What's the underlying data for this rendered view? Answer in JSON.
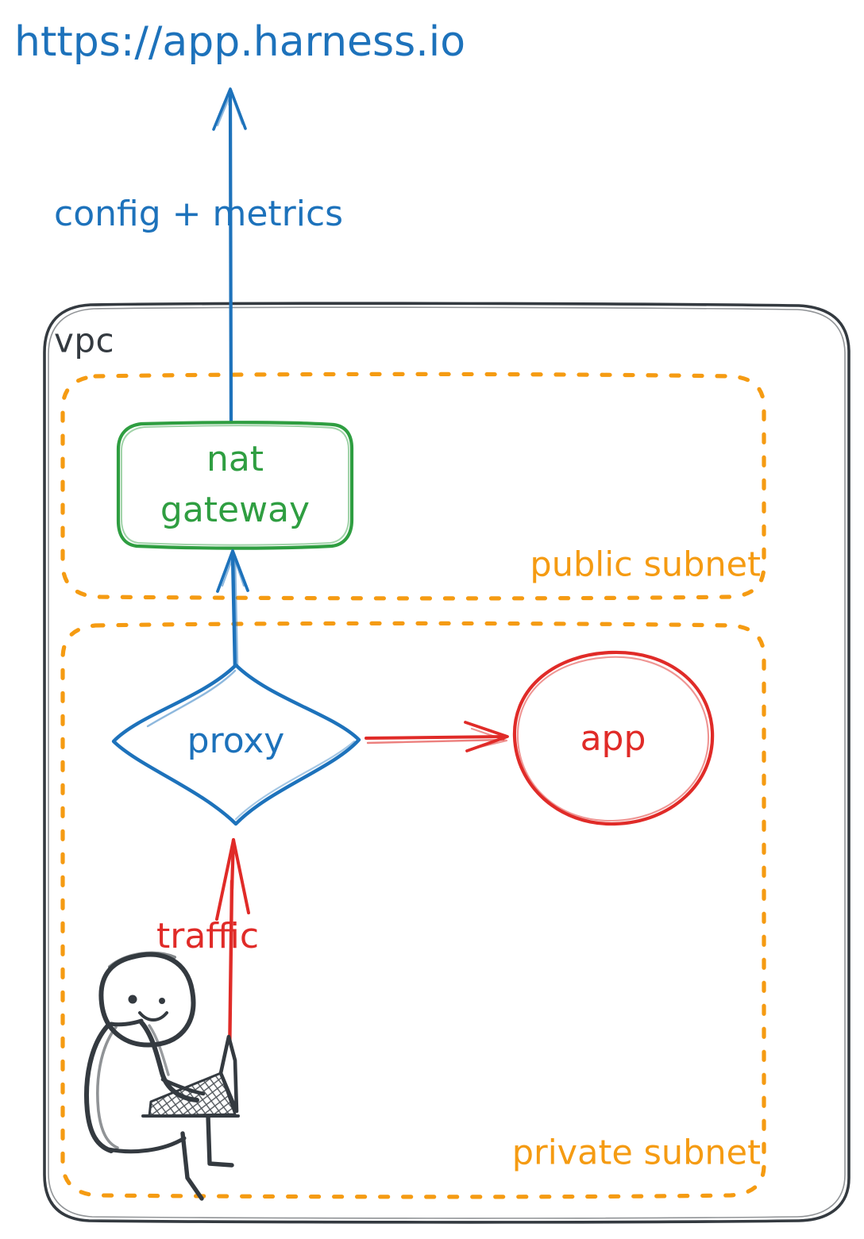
{
  "diagram": {
    "type": "hand-drawn-architecture-diagram",
    "title_text": "https://app.harness.io",
    "colors": {
      "blue": "#1d72bb",
      "green": "#2f9e41",
      "red": "#e02b28",
      "orange": "#f59b12",
      "black": "#343a40",
      "background": "#ffffff"
    },
    "external_endpoint": {
      "label": "https://app.harness.io"
    },
    "edges": [
      {
        "name": "nat-to-harness",
        "label": "config + metrics",
        "color": "#1d72bb",
        "from": "nat gateway",
        "to": "https://app.harness.io",
        "direction": "up"
      },
      {
        "name": "proxy-to-nat",
        "label": "",
        "color": "#1d72bb",
        "from": "proxy",
        "to": "nat gateway",
        "direction": "up"
      },
      {
        "name": "user-to-proxy",
        "label": "traffic",
        "color": "#e02b28",
        "from": "user",
        "to": "proxy",
        "direction": "up"
      },
      {
        "name": "proxy-to-app",
        "label": "",
        "color": "#e02b28",
        "from": "proxy",
        "to": "app",
        "direction": "right"
      }
    ],
    "containers": [
      {
        "name": "vpc",
        "label": "vpc",
        "style": "solid-rounded",
        "color": "#343a40"
      },
      {
        "name": "public-subnet",
        "label": "public subnet",
        "style": "dotted-rounded",
        "color": "#f59b12"
      },
      {
        "name": "private-subnet",
        "label": "private subnet",
        "style": "dotted-rounded",
        "color": "#f59b12"
      }
    ],
    "nodes": [
      {
        "name": "nat-gateway",
        "label_line1": "nat",
        "label_line2": "gateway",
        "shape": "rounded-rectangle",
        "color": "#2f9e41",
        "container": "public-subnet"
      },
      {
        "name": "proxy",
        "label": "proxy",
        "shape": "diamond",
        "color": "#1d72bb",
        "container": "private-subnet"
      },
      {
        "name": "app",
        "label": "app",
        "shape": "ellipse",
        "color": "#e02b28",
        "container": "private-subnet"
      },
      {
        "name": "user",
        "label": "",
        "shape": "stick-figure-with-laptop",
        "color": "#343a40",
        "container": "private-subnet"
      }
    ],
    "labels": {
      "config_metrics": "config + metrics",
      "traffic": "traffic",
      "vpc": "vpc",
      "public_subnet": "public subnet",
      "private_subnet": "private subnet",
      "nat_line1": "nat",
      "nat_line2": "gateway",
      "proxy": "proxy",
      "app": "app",
      "harness_url": "https://app.harness.io"
    }
  }
}
